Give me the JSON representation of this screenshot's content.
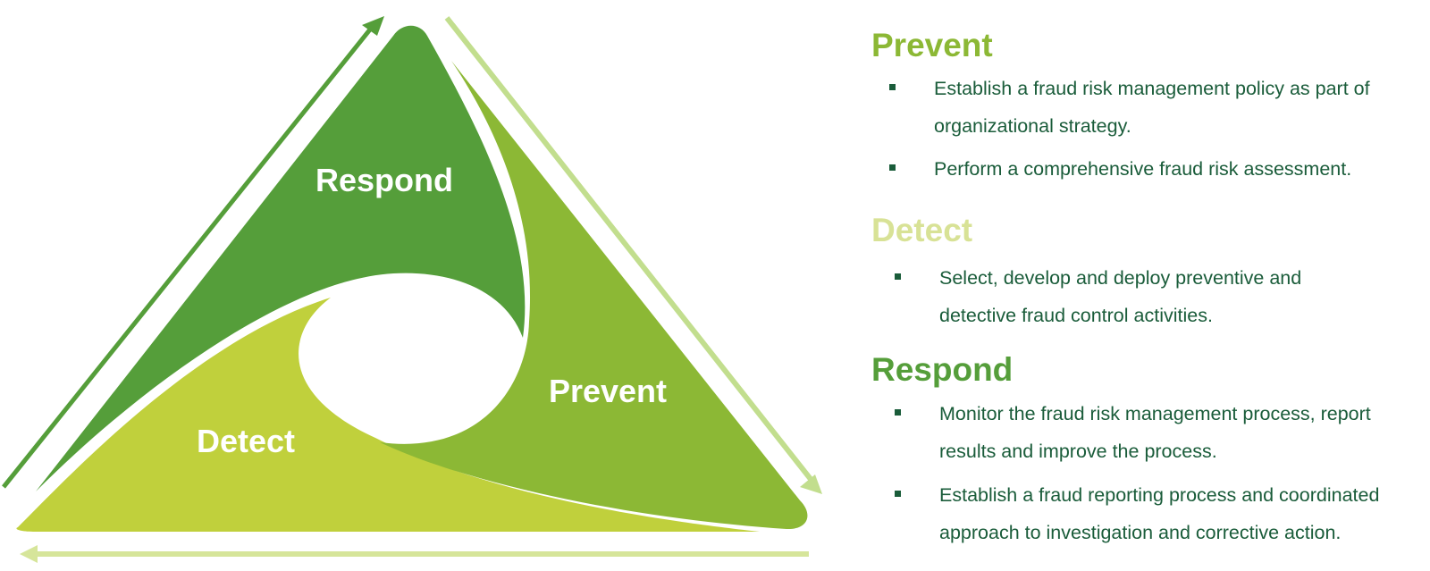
{
  "colors": {
    "respond": "#559e3a",
    "prevent": "#8cb835",
    "detect": "#c0d03c",
    "arrow_left": "#559e3a",
    "arrow_right": "#c2de8e",
    "arrow_bottom": "#d6e59a",
    "heading_prevent": "#8cb835",
    "heading_detect": "#d8e296",
    "heading_respond": "#559e3a",
    "body_text": "#1a5c3a"
  },
  "diagram": {
    "respond_label": "Respond",
    "prevent_label": "Prevent",
    "detect_label": "Detect"
  },
  "sections": [
    {
      "heading": "Prevent",
      "bullets": [
        "Establish a fraud risk management policy as part of organizational strategy.",
        "Perform a comprehensive fraud risk assessment."
      ]
    },
    {
      "heading": "Detect",
      "bullets": [
        "Select, develop and deploy preventive and detective fraud control activities."
      ]
    },
    {
      "heading": "Respond",
      "bullets": [
        "Monitor the fraud risk management process, report results and improve the process.",
        "Establish a fraud reporting process and coordinated approach to investigation and corrective action."
      ]
    }
  ]
}
